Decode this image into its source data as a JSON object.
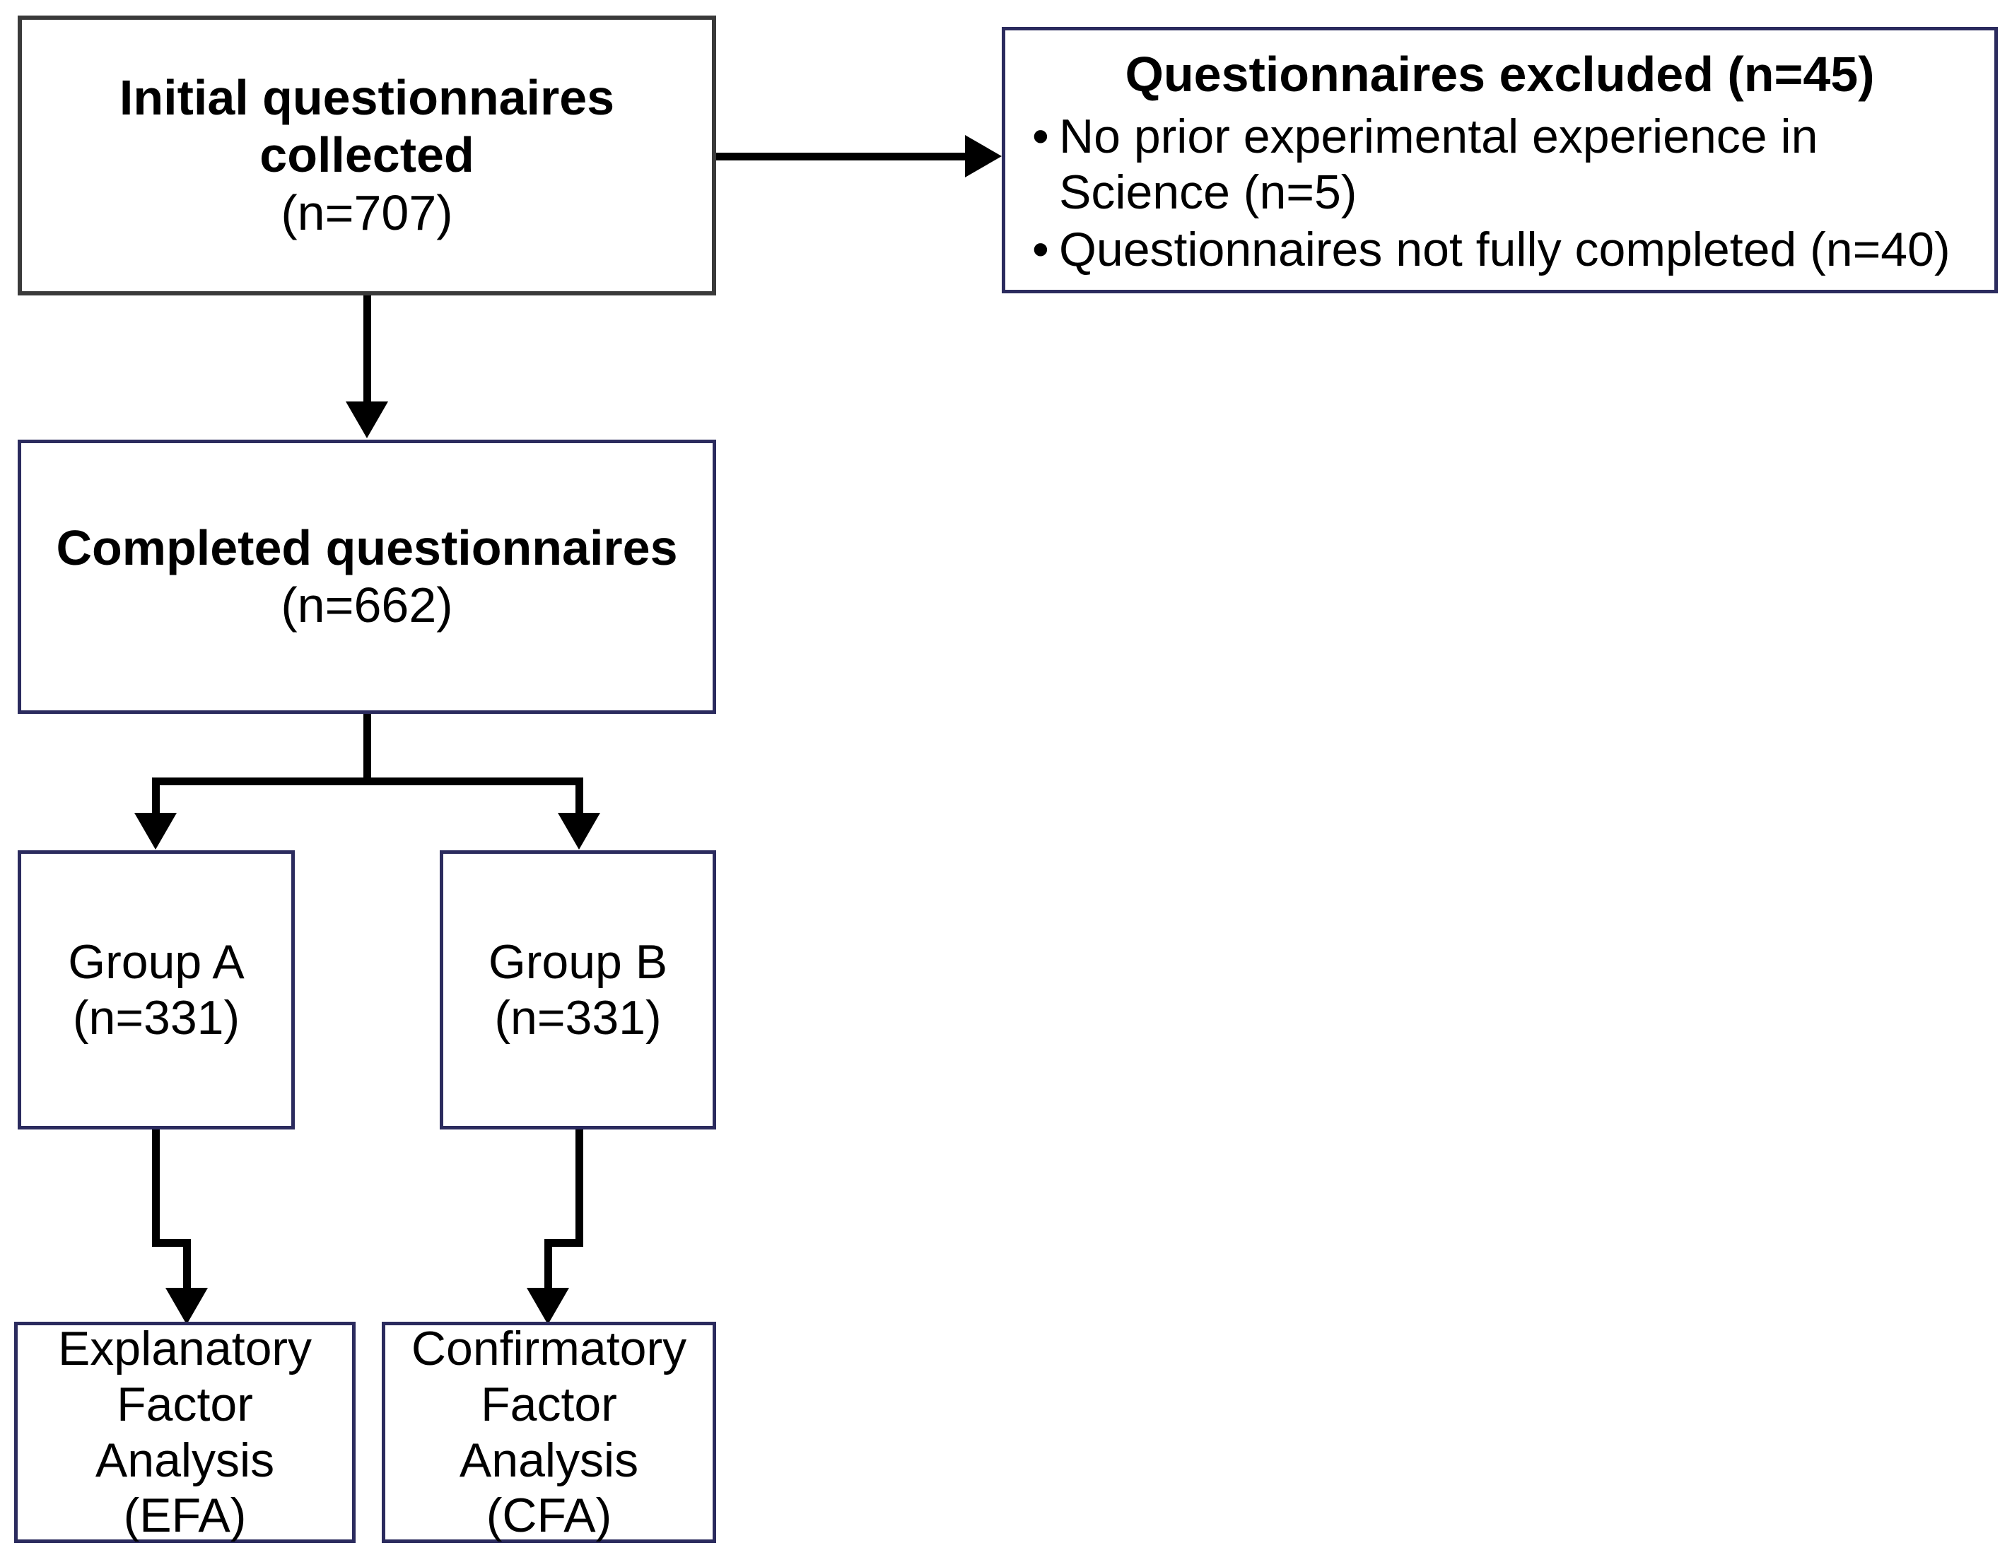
{
  "diagram": {
    "title": "Study participant flow diagram",
    "colors": {
      "navy_border": "#2b2b5e",
      "dark_border": "#3a3a3a",
      "connector": "#000000",
      "background": "#ffffff",
      "text": "#000000"
    },
    "nodes": {
      "initial": {
        "line1": "Initial questionnaires",
        "line2": "collected",
        "line3": "(n=707)"
      },
      "excluded": {
        "heading": "Questionnaires excluded (n=45)",
        "bullet_marker": "•",
        "bullets": [
          "No prior experimental experience in Science (n=5)",
          "Questionnaires not fully completed (n=40)"
        ]
      },
      "completed": {
        "line1": "Completed questionnaires",
        "line2": "(n=662)"
      },
      "group_a": {
        "line1": "Group A",
        "line2": "(n=331)"
      },
      "group_b": {
        "line1": "Group B",
        "line2": "(n=331)"
      },
      "efa": {
        "line1": "Explanatory",
        "line2": "Factor",
        "line3": "Analysis",
        "line4": "(EFA)"
      },
      "cfa": {
        "line1": "Confirmatory",
        "line2": "Factor",
        "line3": "Analysis",
        "line4": "(CFA)"
      }
    },
    "connectors": [
      {
        "name": "initial-to-excluded",
        "kind": "horizontal-arrow-right"
      },
      {
        "name": "initial-to-completed",
        "kind": "vertical-arrow-down"
      },
      {
        "name": "completed-to-groups",
        "kind": "split-tee-two-arrows-down"
      },
      {
        "name": "group-a-to-efa",
        "kind": "jog-arrow-down"
      },
      {
        "name": "group-b-to-cfa",
        "kind": "jog-arrow-down"
      }
    ]
  }
}
